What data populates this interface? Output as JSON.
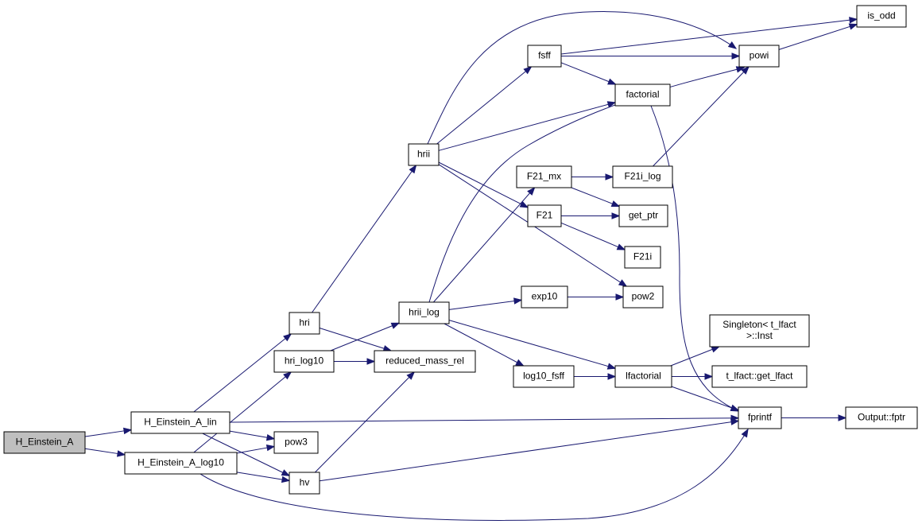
{
  "nodes": [
    {
      "id": "H_Einstein_A",
      "label": "H_Einstein_A",
      "root": true
    },
    {
      "id": "H_Einstein_A_lin",
      "label": "H_Einstein_A_lin"
    },
    {
      "id": "H_Einstein_A_log10",
      "label": "H_Einstein_A_log10"
    },
    {
      "id": "hri",
      "label": "hri"
    },
    {
      "id": "hri_log10",
      "label": "hri_log10"
    },
    {
      "id": "pow3",
      "label": "pow3"
    },
    {
      "id": "hv",
      "label": "hv"
    },
    {
      "id": "hrii",
      "label": "hrii"
    },
    {
      "id": "hrii_log",
      "label": "hrii_log"
    },
    {
      "id": "reduced_mass_rel",
      "label": "reduced_mass_rel"
    },
    {
      "id": "fsff",
      "label": "fsff"
    },
    {
      "id": "F21_mx",
      "label": "F21_mx"
    },
    {
      "id": "F21",
      "label": "F21"
    },
    {
      "id": "exp10",
      "label": "exp10"
    },
    {
      "id": "log10_fsff",
      "label": "log10_fsff"
    },
    {
      "id": "factorial",
      "label": "factorial"
    },
    {
      "id": "F21i_log",
      "label": "F21i_log"
    },
    {
      "id": "get_ptr",
      "label": "get_ptr"
    },
    {
      "id": "F21i",
      "label": "F21i"
    },
    {
      "id": "pow2",
      "label": "pow2"
    },
    {
      "id": "lfactorial",
      "label": "lfactorial"
    },
    {
      "id": "singleton",
      "label": "Singleton< t_lfact >::Inst",
      "lines": [
        "Singleton< t_lfact",
        ">::Inst"
      ]
    },
    {
      "id": "get_lfact",
      "label": "t_lfact::get_lfact"
    },
    {
      "id": "powi",
      "label": "powi"
    },
    {
      "id": "is_odd",
      "label": "is_odd"
    },
    {
      "id": "fprintf",
      "label": "fprintf"
    },
    {
      "id": "output_fptr",
      "label": "Output::fptr"
    }
  ],
  "edges": [
    [
      "H_Einstein_A",
      "H_Einstein_A_lin"
    ],
    [
      "H_Einstein_A",
      "H_Einstein_A_log10"
    ],
    [
      "H_Einstein_A_lin",
      "hri"
    ],
    [
      "H_Einstein_A_lin",
      "pow3"
    ],
    [
      "H_Einstein_A_lin",
      "hv"
    ],
    [
      "H_Einstein_A_lin",
      "fprintf"
    ],
    [
      "H_Einstein_A_log10",
      "hri_log10"
    ],
    [
      "H_Einstein_A_log10",
      "pow3"
    ],
    [
      "H_Einstein_A_log10",
      "hv"
    ],
    [
      "H_Einstein_A_log10",
      "fprintf"
    ],
    [
      "hri",
      "hrii"
    ],
    [
      "hri",
      "reduced_mass_rel"
    ],
    [
      "hri_log10",
      "hrii_log"
    ],
    [
      "hri_log10",
      "reduced_mass_rel"
    ],
    [
      "hv",
      "reduced_mass_rel"
    ],
    [
      "hv",
      "fprintf"
    ],
    [
      "hrii",
      "fsff"
    ],
    [
      "hrii",
      "factorial"
    ],
    [
      "hrii",
      "F21"
    ],
    [
      "hrii",
      "pow2"
    ],
    [
      "hrii",
      "powi"
    ],
    [
      "hrii_log",
      "F21_mx"
    ],
    [
      "hrii_log",
      "exp10"
    ],
    [
      "hrii_log",
      "log10_fsff"
    ],
    [
      "hrii_log",
      "lfactorial"
    ],
    [
      "hrii_log",
      "powi"
    ],
    [
      "fsff",
      "powi"
    ],
    [
      "fsff",
      "is_odd"
    ],
    [
      "fsff",
      "factorial"
    ],
    [
      "F21_mx",
      "F21i_log"
    ],
    [
      "F21_mx",
      "get_ptr"
    ],
    [
      "F21",
      "get_ptr"
    ],
    [
      "F21",
      "F21i"
    ],
    [
      "exp10",
      "pow2"
    ],
    [
      "log10_fsff",
      "lfactorial"
    ],
    [
      "factorial",
      "fprintf"
    ],
    [
      "F21i_log",
      "powi"
    ],
    [
      "lfactorial",
      "singleton"
    ],
    [
      "lfactorial",
      "get_lfact"
    ],
    [
      "lfactorial",
      "fprintf"
    ],
    [
      "powi",
      "is_odd"
    ],
    [
      "fprintf",
      "output_fptr"
    ]
  ]
}
